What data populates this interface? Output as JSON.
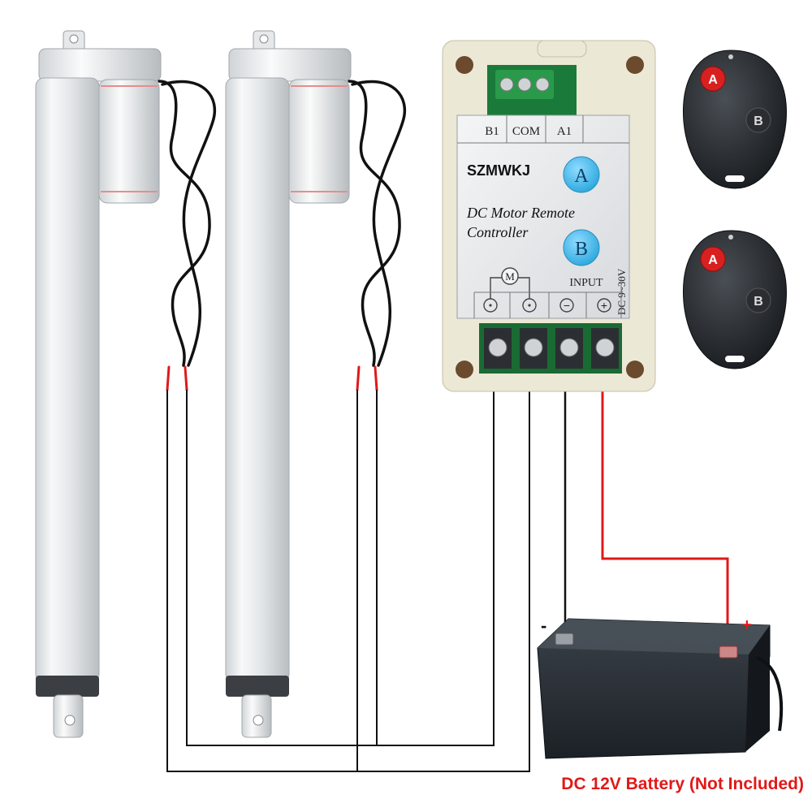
{
  "controller": {
    "brand": "SZMWKJ",
    "title_line1": "DC Motor Remote",
    "title_line2": "Controller",
    "terminal_labels": [
      "B1",
      "COM",
      "A1"
    ],
    "button_a": "A",
    "button_b": "B",
    "motor_symbol": "M",
    "input_label": "INPUT",
    "voltage_label": "DC 9~30V",
    "minus_symbol": "−",
    "plus_symbol": "+"
  },
  "remotes": [
    {
      "button_a": "A",
      "button_b": "B"
    },
    {
      "button_a": "A",
      "button_b": "B"
    }
  ],
  "battery": {
    "minus_label": "-",
    "plus_label": "+",
    "caption": "DC 12V Battery (Not Included)"
  },
  "colors": {
    "positive_wire": "#e01919",
    "negative_wire": "#111111",
    "caption": "#e01919",
    "controller_button": "#3fb6e8"
  }
}
